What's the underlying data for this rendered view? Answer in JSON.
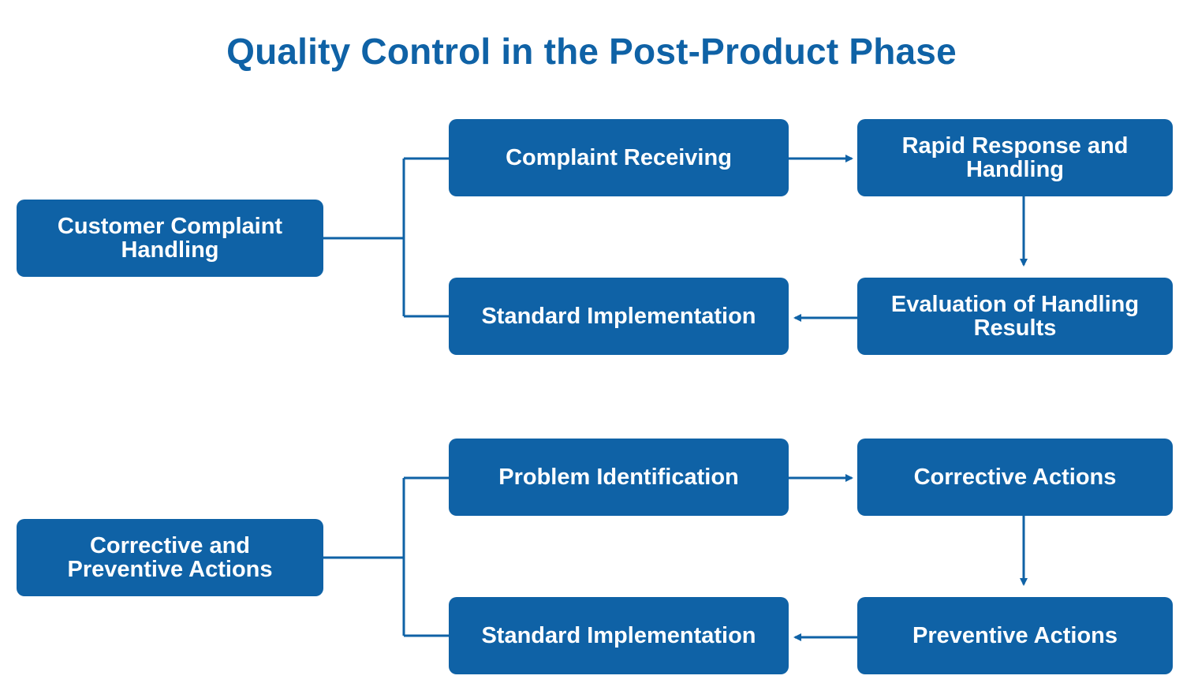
{
  "title": "Quality Control in the Post-Product Phase",
  "colors": {
    "box_fill": "#0f62a6",
    "box_text": "#ffffff",
    "title": "#0f62a6",
    "connector": "#0f62a6"
  },
  "sections": [
    {
      "root": "Customer Complaint\nHandling",
      "steps": {
        "first": "Complaint Receiving",
        "second": "Rapid Response and\nHandling",
        "third": "Evaluation of Handling\nResults",
        "fourth": "Standard Implementation"
      }
    },
    {
      "root": "Corrective and\nPreventive Actions",
      "steps": {
        "first": "Problem Identification",
        "second": "Corrective Actions",
        "third": "Preventive Actions",
        "fourth": "Standard Implementation"
      }
    }
  ]
}
